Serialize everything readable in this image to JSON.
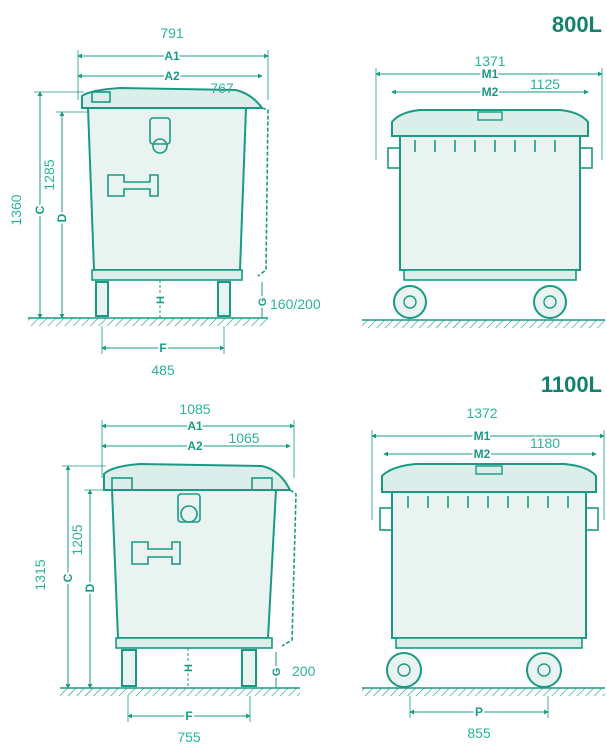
{
  "colors": {
    "drawing": "#1a9a84",
    "dimension": "#2bb39b",
    "heading": "#12816d",
    "fill": "#e9f4f1"
  },
  "sections": [
    {
      "title": "800L",
      "side": {
        "top_width": "791",
        "a1": "A1",
        "a2": "A2",
        "a2_value": "767",
        "c": "C",
        "c_value": "1360",
        "d": "D",
        "d_value": "1285",
        "h": "H",
        "g": "G",
        "g_value": "160/200",
        "f": "F",
        "f_value": "485"
      },
      "front": {
        "m1": "M1",
        "m1_value": "1371",
        "m2": "M2",
        "m2_value": "1125"
      }
    },
    {
      "title": "1100L",
      "side": {
        "top_width": "1085",
        "a1": "A1",
        "a2": "A2",
        "a2_value": "1065",
        "c": "C",
        "c_value": "1315",
        "d": "D",
        "d_value": "1205",
        "h": "H",
        "g": "G",
        "g_value": "200",
        "f": "F",
        "f_value": "755"
      },
      "front": {
        "m1": "M1",
        "m1_value": "1372",
        "m2": "M2",
        "m2_value": "1180",
        "p": "P",
        "p_value": "855"
      }
    }
  ]
}
